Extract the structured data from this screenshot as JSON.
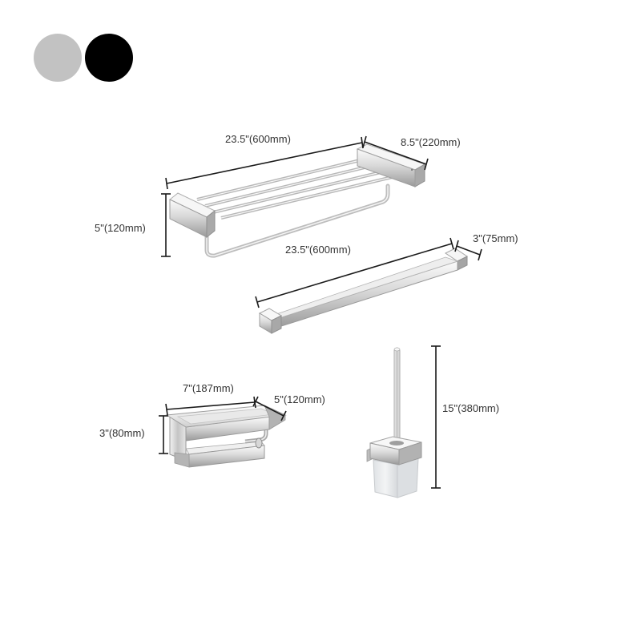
{
  "swatches": [
    {
      "name": "chrome",
      "color": "#c2c2c2"
    },
    {
      "name": "black",
      "color": "#000000"
    }
  ],
  "colors": {
    "dimension_line": "#1a1a1a",
    "text": "#333333",
    "chrome_light": "#f4f4f4",
    "chrome_mid": "#c9c9c9",
    "chrome_dark": "#8a8a8a",
    "frosted_glass": "#e8eaec"
  },
  "products": [
    {
      "name": "towel-rack",
      "dimensions": {
        "width": "23.5\"(600mm)",
        "depth": "8.5\"(220mm)",
        "height": "5\"(120mm)"
      }
    },
    {
      "name": "towel-bar",
      "dimensions": {
        "width": "23.5\"(600mm)",
        "depth": "3\"(75mm)"
      }
    },
    {
      "name": "toilet-paper-holder",
      "dimensions": {
        "width": "7\"(187mm)",
        "depth": "5\"(120mm)",
        "height": "3\"(80mm)"
      }
    },
    {
      "name": "toilet-brush-holder",
      "dimensions": {
        "height": "15\"(380mm)"
      }
    }
  ]
}
